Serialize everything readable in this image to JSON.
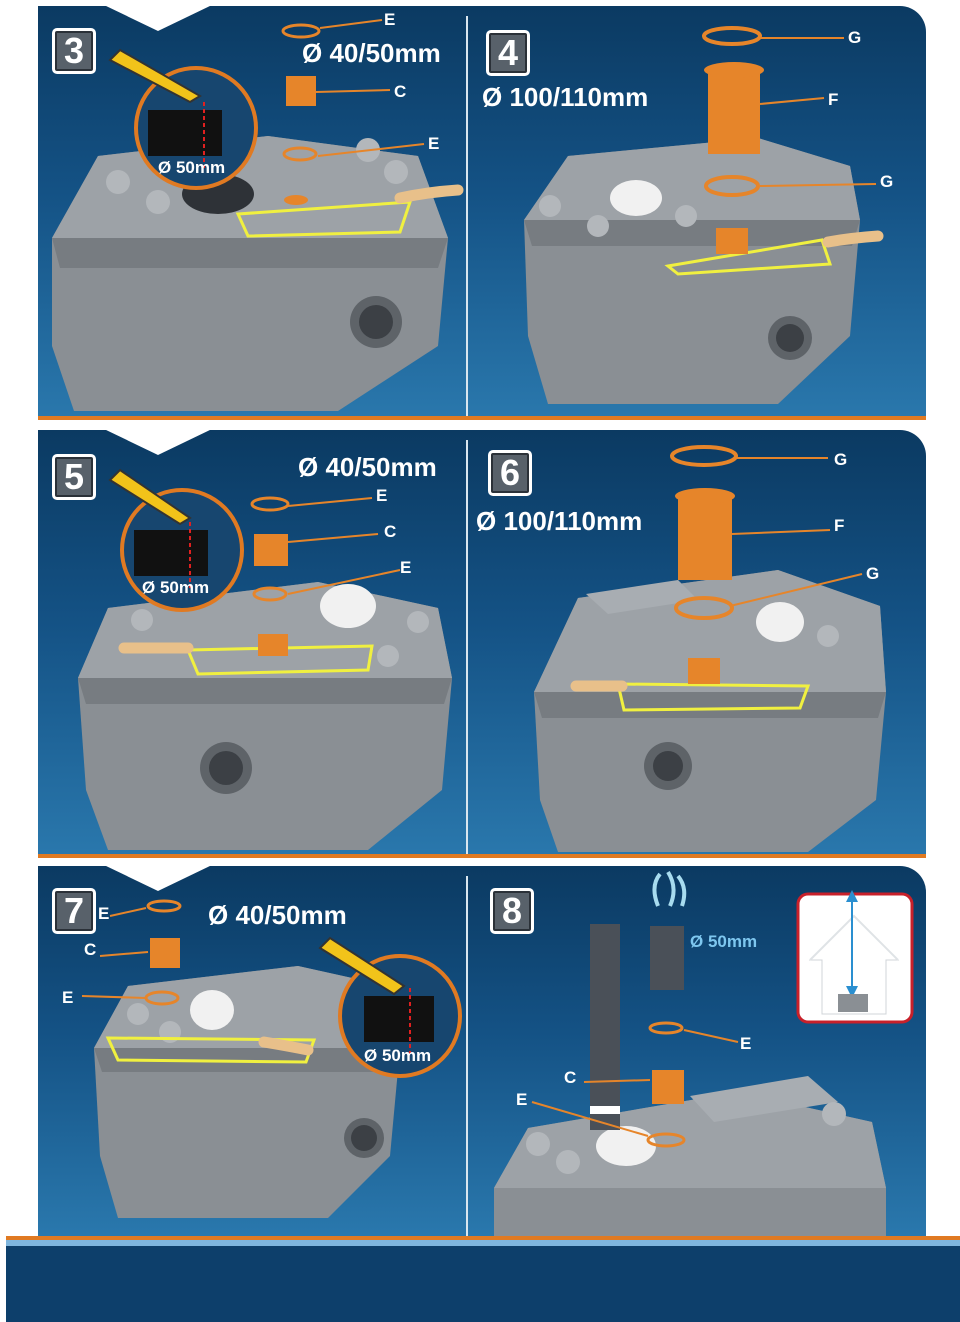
{
  "panels": [
    {
      "step": "3",
      "dims": [
        "Ø 40/50mm"
      ],
      "labels": [
        "E",
        "C",
        "E"
      ],
      "inset": "Ø 50mm"
    },
    {
      "step": "4",
      "dims": [
        "Ø 100/110mm"
      ],
      "labels": [
        "G",
        "F",
        "G"
      ]
    },
    {
      "step": "5",
      "dims": [
        "Ø 40/50mm"
      ],
      "labels": [
        "E",
        "C",
        "E"
      ],
      "inset": "Ø 50mm"
    },
    {
      "step": "6",
      "dims": [
        "Ø 100/110mm"
      ],
      "labels": [
        "G",
        "F",
        "G"
      ]
    },
    {
      "step": "7",
      "dims": [
        "Ø 40/50mm"
      ],
      "labels": [
        "E",
        "C",
        "E"
      ],
      "inset": "Ø 50mm"
    },
    {
      "step": "8",
      "dims": [
        "Ø 50mm"
      ],
      "labels": [
        "E",
        "C",
        "E"
      ]
    }
  ],
  "colors": {
    "band_top": "#0b3a62",
    "band_bottom": "#2a78ad",
    "accent": "#e07a22",
    "pipe": "#e6852a",
    "frame": "#c8202a",
    "tie": "#f0f040"
  }
}
